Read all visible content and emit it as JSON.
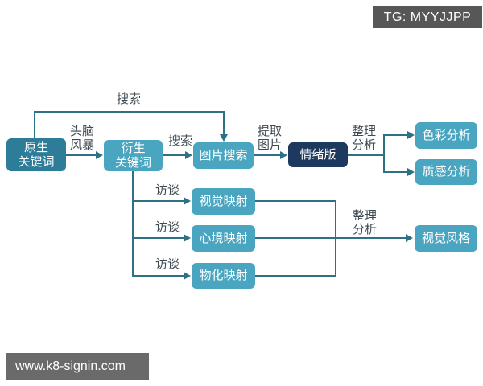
{
  "colors": {
    "box_teal": "#4aa6c0",
    "box_dark_teal": "#2d7d99",
    "box_navy": "#1d3a5e",
    "line": "#2e7086",
    "label_text": "#3e4a52",
    "badge_bg": "#575757",
    "watermark_bg": "#6a6a6a",
    "page_bg": "#ffffff"
  },
  "badge": {
    "label": "TG: MYYJJPP"
  },
  "watermark": {
    "label": "www.k8-signin.com"
  },
  "diagram": {
    "nodes": {
      "native_keywords": {
        "label": "原生\n关键词"
      },
      "derived_keywords": {
        "label": "衍生\n关键词"
      },
      "image_search": {
        "label": "图片搜索"
      },
      "mood_board": {
        "label": "情绪版"
      },
      "color_analysis": {
        "label": "色彩分析"
      },
      "texture_analysis": {
        "label": "质感分析"
      },
      "visual_mapping": {
        "label": "视觉映射"
      },
      "mood_mapping": {
        "label": "心境映射"
      },
      "material_mapping": {
        "label": "物化映射"
      },
      "visual_style": {
        "label": "视觉风格"
      }
    },
    "edge_labels": {
      "search_top": "搜索",
      "brainstorm": "头脑\n风暴",
      "search_mid": "搜索",
      "extract_images": "提取\n图片",
      "organize_analyze_top": "整理\n分析",
      "interview_1": "访谈",
      "interview_2": "访谈",
      "interview_3": "访谈",
      "organize_analyze_bottom": "整理\n分析"
    },
    "edges": [
      {
        "from": "原生关键词",
        "to": "图片搜索",
        "label": "搜索"
      },
      {
        "from": "原生关键词",
        "to": "衍生关键词",
        "label": "头脑风暴"
      },
      {
        "from": "衍生关键词",
        "to": "图片搜索",
        "label": "搜索"
      },
      {
        "from": "图片搜索",
        "to": "情绪版",
        "label": "提取图片"
      },
      {
        "from": "情绪版",
        "to": "色彩分析",
        "label": "整理分析"
      },
      {
        "from": "情绪版",
        "to": "质感分析",
        "label": "整理分析"
      },
      {
        "from": "衍生关键词",
        "to": "视觉映射",
        "label": "访谈"
      },
      {
        "from": "衍生关键词",
        "to": "心境映射",
        "label": "访谈"
      },
      {
        "from": "衍生关键词",
        "to": "物化映射",
        "label": "访谈"
      },
      {
        "from": "视觉映射/心境映射/物化映射",
        "to": "视觉风格",
        "label": "整理分析"
      }
    ]
  }
}
